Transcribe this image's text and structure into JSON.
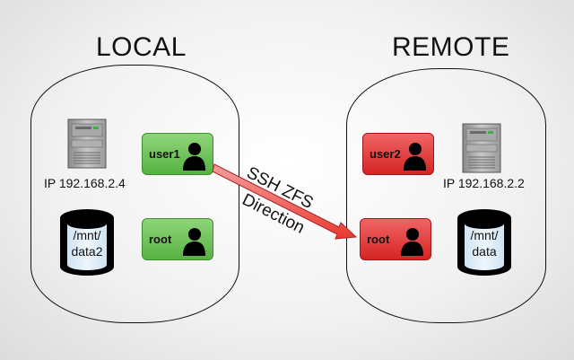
{
  "local": {
    "title": "LOCAL",
    "ip_label": "IP 192.168.2.4",
    "disk_lines": [
      "/mnt/",
      "data2"
    ],
    "users": [
      "user1",
      "root"
    ],
    "user_color": "#5cb646"
  },
  "remote": {
    "title": "REMOTE",
    "ip_label": "IP 192.168.2.2",
    "disk_lines": [
      "/mnt/",
      "data"
    ],
    "users": [
      "user2",
      "root"
    ],
    "user_color": "#d92a2a"
  },
  "arrow": {
    "line1": "SSH ZFS",
    "line2": "Direction",
    "color": "#e8392f"
  }
}
